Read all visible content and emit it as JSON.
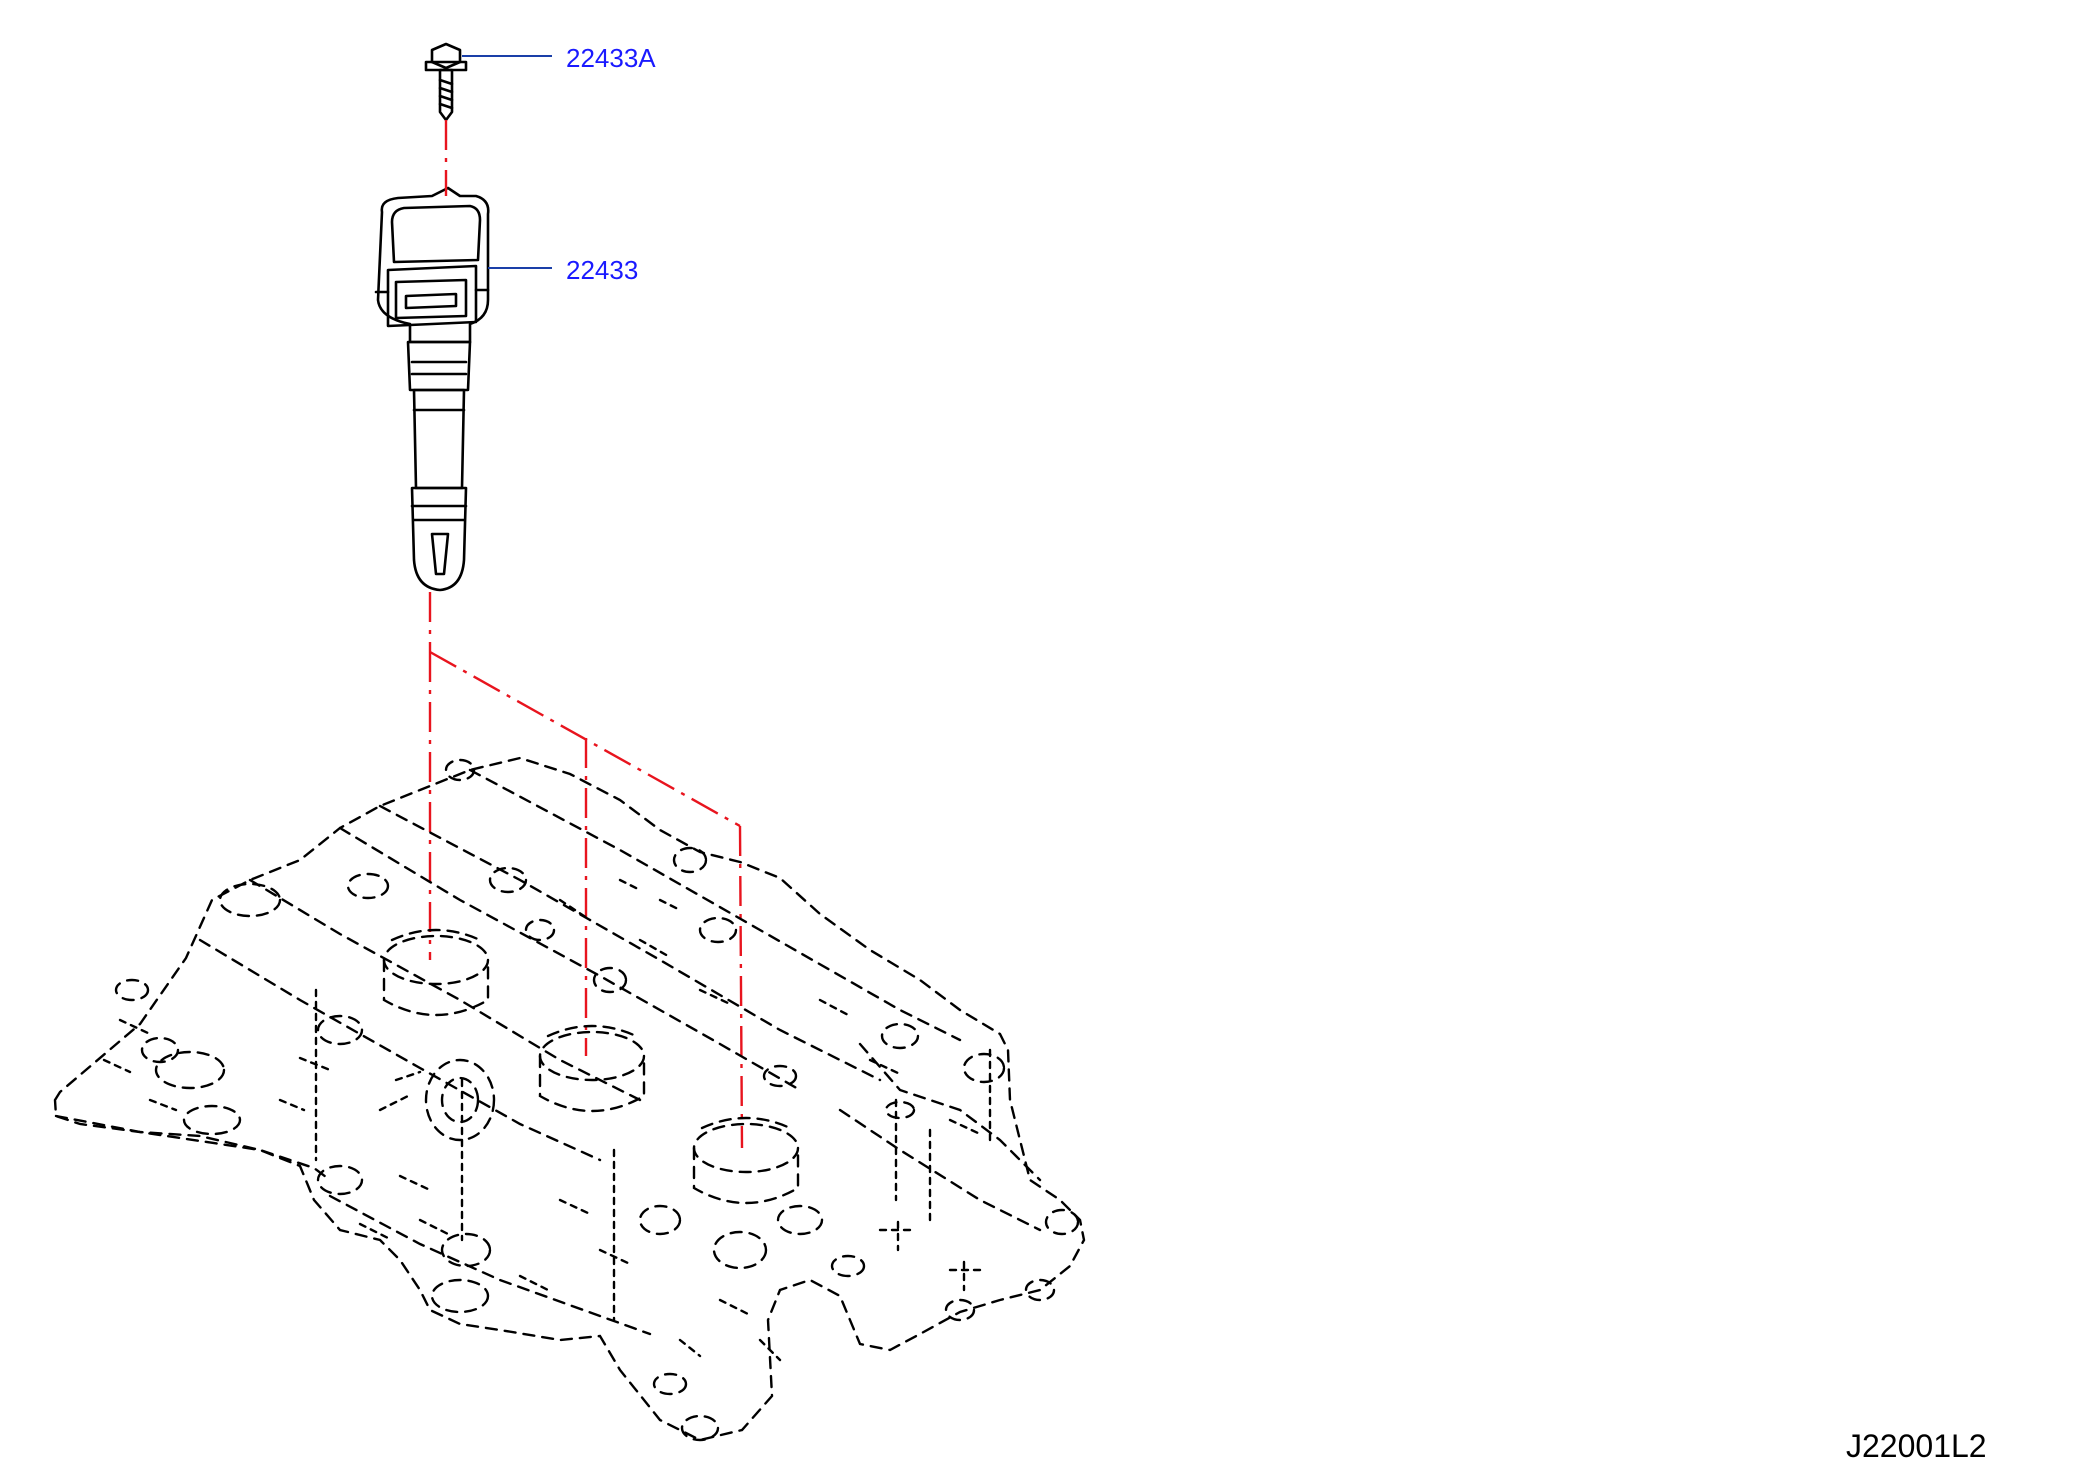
{
  "labels": {
    "bolt": "22433A",
    "coil": "22433"
  },
  "figure_code": "J22001L2",
  "colors": {
    "label": "#1a1aff",
    "leader": "#1a3fa8",
    "center_line": "#e8141e",
    "ink": "#000000"
  }
}
